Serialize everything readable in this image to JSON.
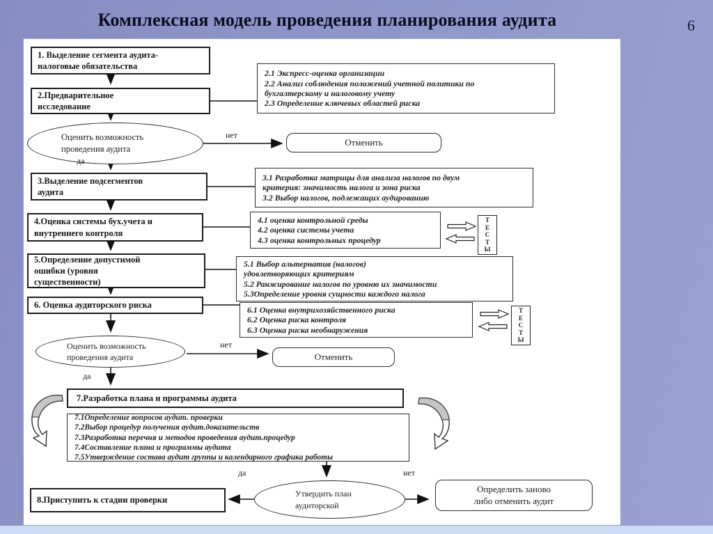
{
  "slide": {
    "title": "Комплексная модель проведения планирования аудита",
    "page_number": "6"
  },
  "colors": {
    "background_left": "#878dc2",
    "background_right": "#9ba1d2",
    "panel": "#ffffff",
    "bottom_strip": "#ccdcf4",
    "line": "#1a1a1a"
  },
  "flow": {
    "step1": "1. Выделение сегмента аудита-\nналоговые обязательства",
    "step2": "2.Предварительное\nисследование",
    "step2_details": "2.1 Экспресс-оценка организации\n2.2 Анализ соблюдения положений учетной политики по\nбухгалтерскому и налоговому учету\n2.3 Определение ключевых областей риска",
    "decision1": "Оценить возможность\nпроведения аудита",
    "decision1_no": "нет",
    "decision1_yes": "да",
    "cancel1": "Отменить",
    "step3": "3.Выделение подсегментов\nаудита",
    "step3_details": "3.1 Разработка матрицы для анализа налогов по двум\nкритерия: значимость налога и зона риска\n3.2 Выбор налогов, подлежащих аудированию",
    "step4": "4.Оценка системы бух.учета и\nвнутреннего контроля",
    "step4_details": "4.1 оценка контрольной среды\n4.2 оценка системы учета\n4.3 оценка контрольных процедур",
    "tests1": "ТЕСТЫ",
    "step5": "5.Определение допустимой\nошибки (уровня\nсущественности)",
    "step5_details": "5.1 Выбор альтернатив (налогов)\nудовлетворяющих критериям\n5.2 Ранжирование налогов по уровню их значимости\n5.3Определение уровня сущности каждого налога",
    "step6": "6. Оценка аудиторского риска",
    "step6_details": "6.1 Оценка внутрихозяйственного риска\n6.2 Оценка риска контроля\n6.3 Оценка риска необнаружения",
    "tests2": "ТЕСТЫ",
    "decision2": "Оценить возможность\nпроведения аудита",
    "decision2_no": "нет",
    "decision2_yes": "да",
    "cancel2": "Отменить",
    "step7": "7.Разработка плана и программы аудита",
    "step7_details": "7.1Определение вопросов аудит. проверки\n7.2Выбор процедур получения аудит.доказательств\n7.3Разработка перечня и методов проведения аудит.процедур\n7.4Составление плана и программы аудита\n7.5Утверждение состава аудит группы и календарного графика работы",
    "decision3": "Утвердить план\nаудиторской",
    "decision3_yes": "да",
    "decision3_no": "нет",
    "step8": "8.Приступить к стадии проверки",
    "redo": "Определить заново\nлибо отменить аудит"
  }
}
